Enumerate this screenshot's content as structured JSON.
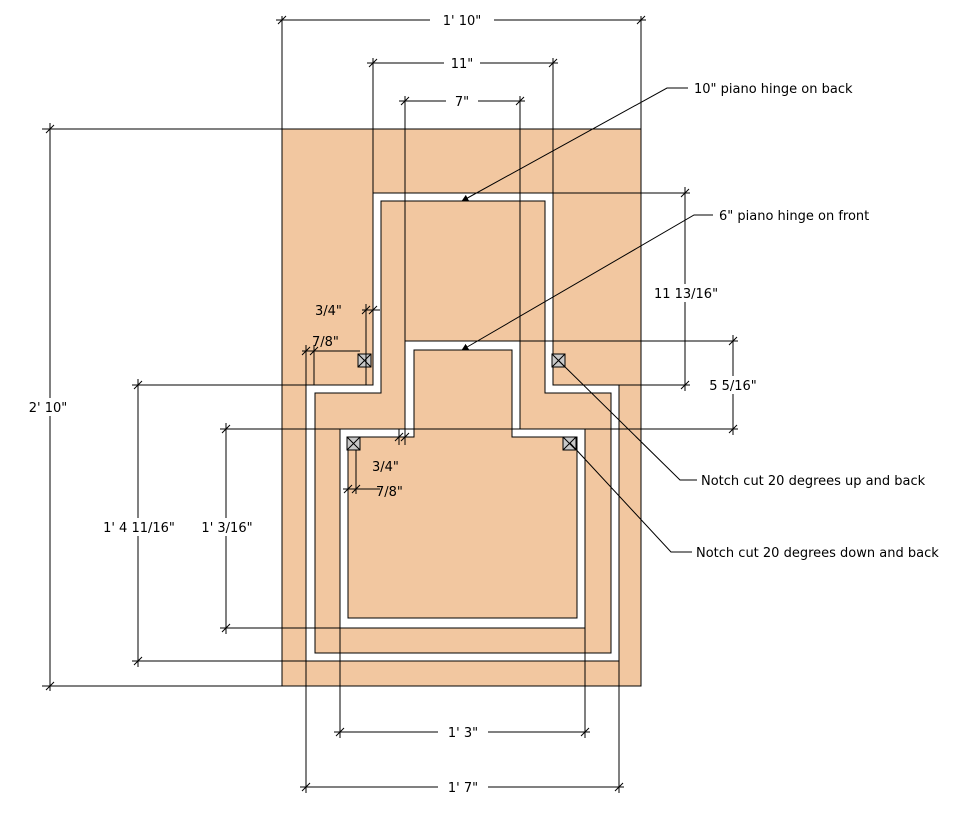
{
  "colors": {
    "board_fill": "#f2c7a0",
    "gap_fill": "#ffffff",
    "notch_fill": "#c8c8c8",
    "line": "#000000"
  },
  "dimensions": {
    "overall_width": "1' 10\"",
    "top_section_width": "11\"",
    "inner_top_width": "7\"",
    "overall_height": "2' 10\"",
    "upper_cut_height": "11 13/16\"",
    "inner_step_height": "5 5/16\"",
    "outer_cut_height": "1' 4 11/16\"",
    "inner_cut_height": "1' 3/16\"",
    "upper_gap": "3/4\"",
    "upper_offset": "7/8\"",
    "lower_gap": "3/4\"",
    "lower_offset": "7/8\"",
    "inner_bottom_width": "1' 3\"",
    "outer_bottom_width": "1' 7\""
  },
  "annotations": {
    "hinge_back": "10\" piano hinge on back",
    "hinge_front": "6\" piano hinge on front",
    "notch_up": "Notch cut 20 degrees up and back",
    "notch_down": "Notch cut 20 degrees down and back"
  }
}
